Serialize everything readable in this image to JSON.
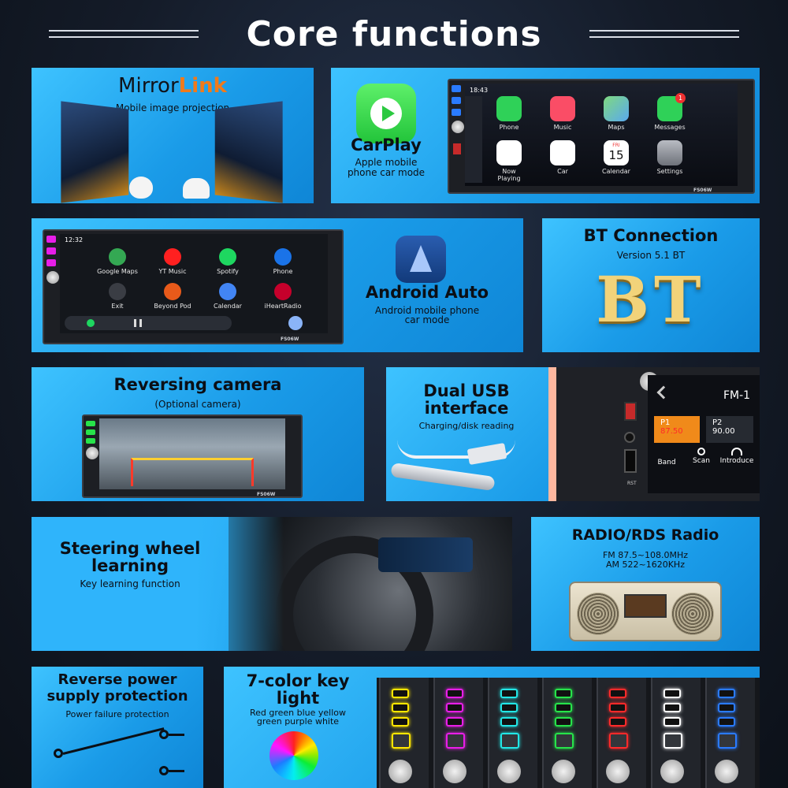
{
  "header": {
    "title": "Core functions"
  },
  "mirrorlink": {
    "logo_mirror": "Mirror",
    "logo_link": "Link",
    "subtitle": "Mobile image projection"
  },
  "carplay": {
    "title": "CarPlay",
    "subtitle_line1": "Apple mobile",
    "subtitle_line2": "phone car mode",
    "time": "18:43",
    "model": "FS06W",
    "apps": [
      "Phone",
      "Music",
      "Maps",
      "Messages",
      "Now Playing",
      "Car",
      "Calendar",
      "Settings"
    ],
    "calendar_day": "FRI",
    "calendar_date": "15",
    "messages_badge": "1"
  },
  "android_auto": {
    "title": "Android Auto",
    "subtitle_line1": "Android mobile phone",
    "subtitle_line2": "car mode",
    "time": "12:32",
    "model": "FS06W",
    "apps": [
      "Google Maps",
      "YT Music",
      "Spotify",
      "Phone",
      "Exit",
      "Beyond Pod",
      "Calendar",
      "iHeartRadio"
    ]
  },
  "bt": {
    "title": "BT Connection",
    "subtitle": "Version 5.1 BT",
    "logo": "BT"
  },
  "reversing": {
    "title": "Reversing camera",
    "subtitle": "(Optional camera)",
    "model": "FS06W"
  },
  "usb": {
    "title_line1": "Dual USB",
    "title_line2": "interface",
    "subtitle": "Charging/disk reading",
    "radio_band": "FM-1",
    "p1_label": "P1",
    "p1_value": "87.50",
    "p2_label": "P2",
    "p2_value": "90.00",
    "btn_band": "Band",
    "btn_scan": "Scan",
    "btn_intro": "Introduce",
    "rst": "RST"
  },
  "steering": {
    "title_line1": "Steering wheel",
    "title_line2": "learning",
    "subtitle": "Key learning function"
  },
  "radio": {
    "title": "RADIO/RDS Radio",
    "line1": "FM 87.5~108.0MHz",
    "line2": "AM 522~1620KHz"
  },
  "reverse_power": {
    "title_line1": "Reverse power",
    "title_line2": "supply protection",
    "subtitle": "Power failure protection"
  },
  "color_key": {
    "title_line1": "7-color key",
    "title_line2": "light",
    "subtitle_line1": "Red green blue yellow",
    "subtitle_line2": "green purple white",
    "colors": [
      "#ffe600",
      "#e81ee8",
      "#22e6e6",
      "#27e34a",
      "#ff2a2a",
      "#ffffff",
      "#2a7bff"
    ]
  }
}
